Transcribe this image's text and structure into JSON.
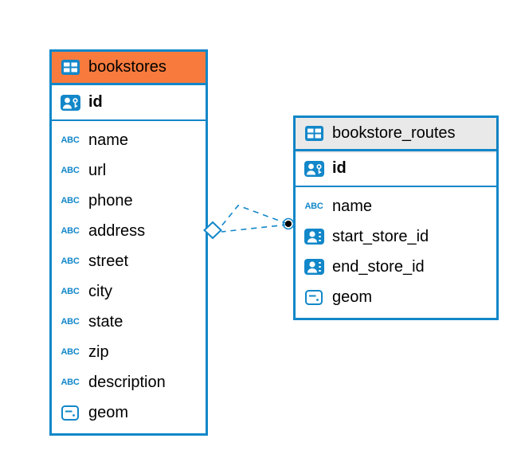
{
  "colors": {
    "table_border": "#1287C9",
    "bookstores_header": "#F87B3D",
    "routes_header": "#E9E9E9",
    "icon_blue": "#1287C9",
    "connector": "#1287C9"
  },
  "icons": {
    "abc_label": "ABC"
  },
  "tables": [
    {
      "name": "bookstores",
      "header_style": "orange",
      "columns": [
        {
          "name": "id",
          "type_icon": "person-key-icon",
          "primary_key": true
        },
        {
          "name": "name",
          "type_icon": "abc-text-icon"
        },
        {
          "name": "url",
          "type_icon": "abc-text-icon"
        },
        {
          "name": "phone",
          "type_icon": "abc-text-icon"
        },
        {
          "name": "address",
          "type_icon": "abc-text-icon"
        },
        {
          "name": "street",
          "type_icon": "abc-text-icon"
        },
        {
          "name": "city",
          "type_icon": "abc-text-icon"
        },
        {
          "name": "state",
          "type_icon": "abc-text-icon"
        },
        {
          "name": "zip",
          "type_icon": "abc-text-icon"
        },
        {
          "name": "description",
          "type_icon": "abc-text-icon"
        },
        {
          "name": "geom",
          "type_icon": "geometry-icon"
        }
      ]
    },
    {
      "name": "bookstore_routes",
      "header_style": "gray",
      "columns": [
        {
          "name": "id",
          "type_icon": "person-key-icon",
          "primary_key": true
        },
        {
          "name": "name",
          "type_icon": "abc-text-icon"
        },
        {
          "name": "start_store_id",
          "type_icon": "person-ref-icon"
        },
        {
          "name": "end_store_id",
          "type_icon": "person-ref-icon"
        },
        {
          "name": "geom",
          "type_icon": "geometry-icon"
        }
      ]
    }
  ],
  "relationship": {
    "line_style": "dashed",
    "left_endpoint": "diamond",
    "right_endpoint": "filled-dot"
  }
}
